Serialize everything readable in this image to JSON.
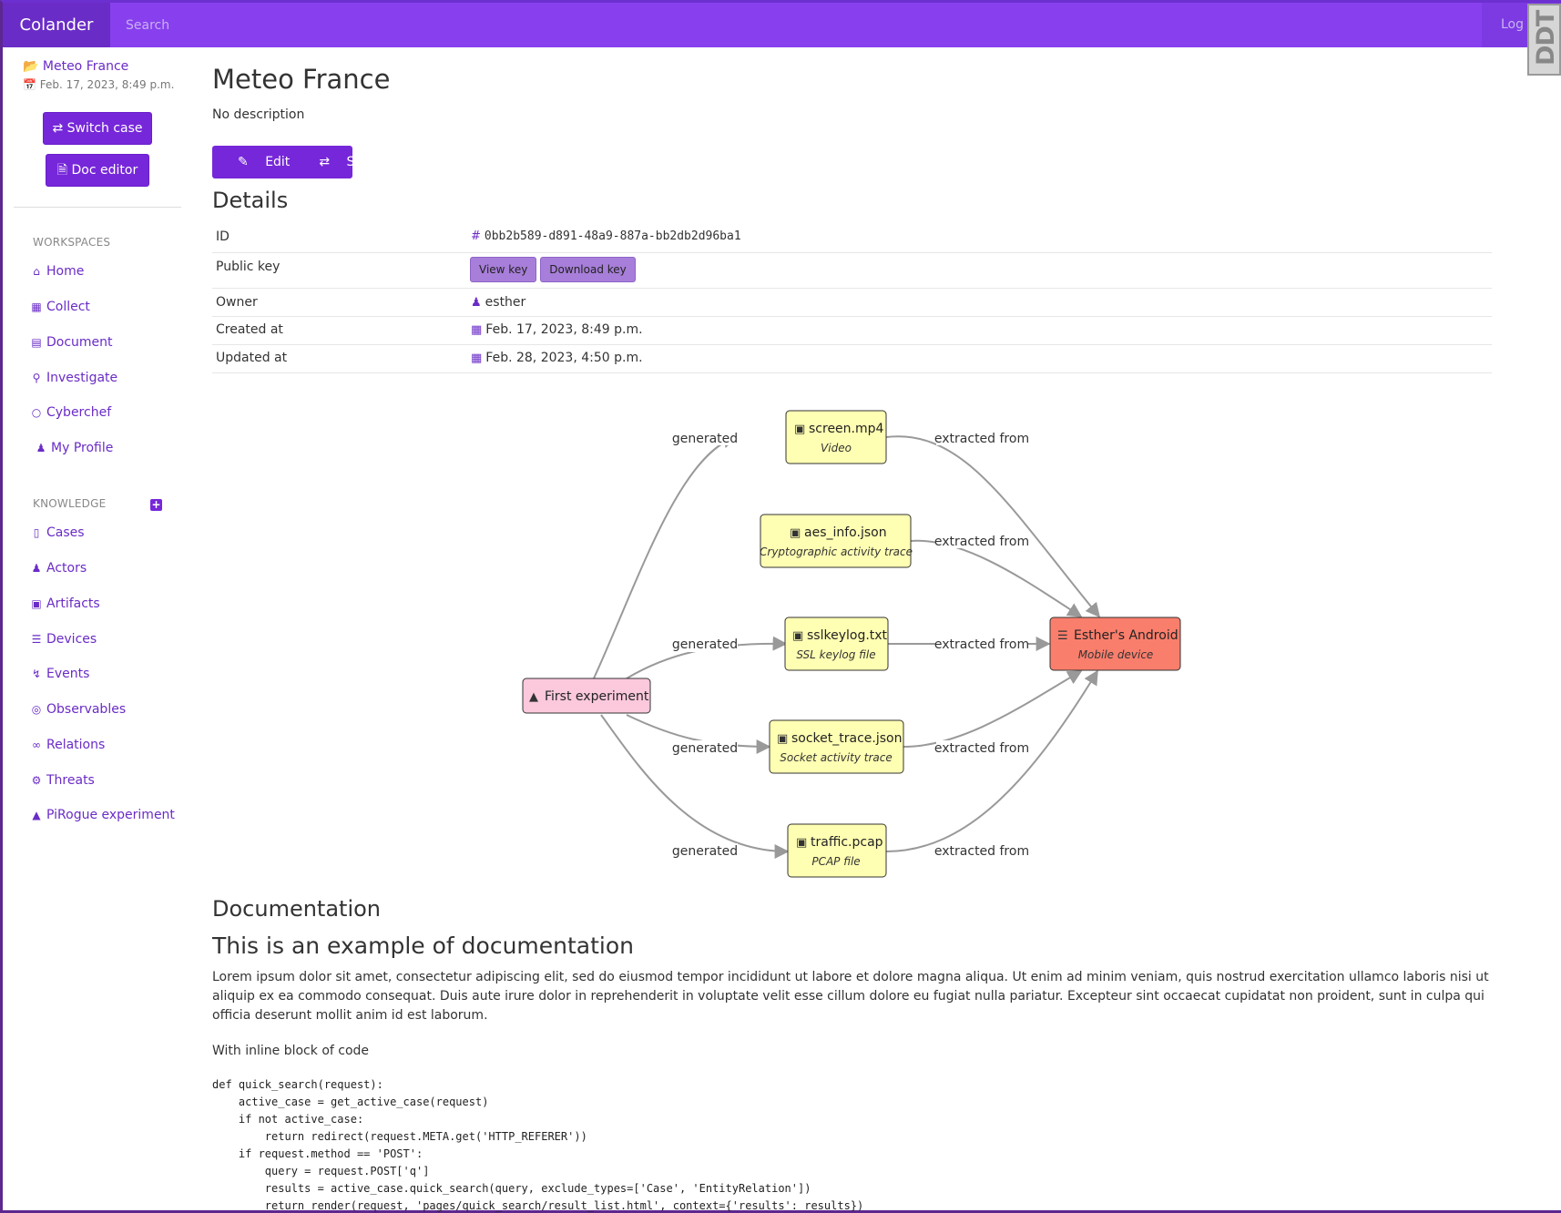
{
  "app": {
    "brand": "Colander",
    "search_placeholder": "Search",
    "logout_label": "Log O",
    "badge": "DDT"
  },
  "sidebar": {
    "case_title": "Meteo France",
    "case_date": "Feb. 17, 2023, 8:49 p.m.",
    "switch_case_label": "Switch case",
    "doc_editor_label": "Doc editor",
    "workspaces_heading": "WORKSPACES",
    "workspaces": [
      {
        "label": "Home",
        "icon": "home-icon"
      },
      {
        "label": "Collect",
        "icon": "grid-icon"
      },
      {
        "label": "Document",
        "icon": "file-icon"
      },
      {
        "label": "Investigate",
        "icon": "search-icon"
      },
      {
        "label": "Cyberchef",
        "icon": "chef-hat-icon"
      },
      {
        "label": "My Profile",
        "icon": "user-icon"
      }
    ],
    "knowledge_heading": "KNOWLEDGE",
    "knowledge": [
      {
        "label": "Cases",
        "icon": "folder-icon"
      },
      {
        "label": "Actors",
        "icon": "users-icon"
      },
      {
        "label": "Artifacts",
        "icon": "archive-icon"
      },
      {
        "label": "Devices",
        "icon": "server-icon"
      },
      {
        "label": "Events",
        "icon": "bolt-icon"
      },
      {
        "label": "Observables",
        "icon": "target-icon"
      },
      {
        "label": "Relations",
        "icon": "link-icon"
      },
      {
        "label": "Threats",
        "icon": "bug-icon"
      },
      {
        "label": "PiRogue experiment",
        "icon": "flask-icon"
      }
    ]
  },
  "main": {
    "title": "Meteo France",
    "description": "No description",
    "edit_label": "Edit",
    "select_label": "Select",
    "details_heading": "Details",
    "details": {
      "id_label": "ID",
      "id_value": "0bb2b589-d891-48a9-887a-bb2db2d96ba1",
      "public_key_label": "Public key",
      "view_key_label": "View key",
      "download_key_label": "Download key",
      "owner_label": "Owner",
      "owner_value": "esther",
      "created_label": "Created at",
      "created_value": "Feb. 17, 2023, 8:49 p.m.",
      "updated_label": "Updated at",
      "updated_value": "Feb. 28, 2023, 4:50 p.m."
    },
    "graph": {
      "experiment": {
        "label": "First experiment"
      },
      "device": {
        "label": "Esther's Android",
        "type": "Mobile device"
      },
      "artifacts": [
        {
          "label": "screen.mp4",
          "type": "Video"
        },
        {
          "label": "aes_info.json",
          "type": "Cryptographic activity trace"
        },
        {
          "label": "sslkeylog.txt",
          "type": "SSL keylog file"
        },
        {
          "label": "socket_trace.json",
          "type": "Socket activity trace"
        },
        {
          "label": "traffic.pcap",
          "type": "PCAP file"
        }
      ],
      "edge_generated": "generated",
      "edge_extracted": "extracted from"
    },
    "documentation_heading": "Documentation",
    "doc_title": "This is an example of documentation",
    "doc_paragraph": "Lorem ipsum dolor sit amet, consectetur adipiscing elit, sed do eiusmod tempor incididunt ut labore et dolore magna aliqua. Ut enim ad minim veniam, quis nostrud exercitation ullamco laboris nisi ut aliquip ex ea commodo consequat. Duis aute irure dolor in reprehenderit in voluptate velit esse cillum dolore eu fugiat nulla pariatur. Excepteur sint occaecat cupidatat non proident, sunt in culpa qui officia deserunt mollit anim id est laborum.",
    "doc_inline_label": "With inline block of code",
    "code": "def quick_search(request):\n    active_case = get_active_case(request)\n    if not active_case:\n        return redirect(request.META.get('HTTP_REFERER'))\n    if request.method == 'POST':\n        query = request.POST['q']\n        results = active_case.quick_search(query, exclude_types=['Case', 'EntityRelation'])\n        return render(request, 'pages/quick_search/result_list.html', context={'results': results})"
  },
  "colors": {
    "topbar": "#7d3ae3",
    "accent": "#7627d9",
    "link": "#6a2cc6",
    "artifact_fill": "#ffffb3",
    "experiment_fill": "#fbc8dc",
    "device_fill": "#fa7e6c"
  }
}
